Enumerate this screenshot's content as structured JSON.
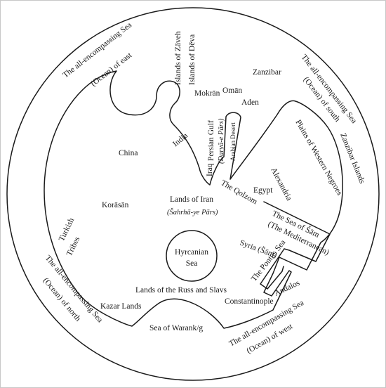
{
  "labels": {
    "ocean_east_1": "The all-encompassing Sea",
    "ocean_east_2": "(Ocean)  of east",
    "islands_zaveh": "Islands of Zāveh",
    "islands_deva": "Islands of Dēva",
    "zanzibar": "Zanzibar",
    "ocean_south_1": "The all-encompassing Sea",
    "ocean_south_2": "(Ocean)  of south",
    "zanzibar_islands": "Zanzibar Islands",
    "mokran": "Mokrān",
    "oman": "Omān",
    "aden": "Aden",
    "persian_gulf_1": "Persian Gulf",
    "persian_gulf_2": "(Daryā-e Pārs)",
    "arabian_desert": "Arabian Desert",
    "iraq": "Iraq",
    "india": "India",
    "china": "China",
    "plains_1": "Plains of Western Negroes",
    "alexandria": "Alexandria",
    "egypt": "Egypt",
    "qolzom": "The Qolzom",
    "lands_iran_1": "Lands of Iran",
    "lands_iran_2": "(Šahrhā-ye Pārs)",
    "korasan": "Korāsān",
    "turkish": "Turkish",
    "tribes": "Tribes",
    "sea_sam_1": "The Sea of Šām",
    "sea_sam_2": "(The Mediterranean)",
    "syria": "Syria (Šām)",
    "hyrcanian_1": "Hyrcanian",
    "hyrcanian_2": "Sea",
    "pontus": "The Pontus Sea",
    "andalos": "Andalos",
    "russ_slavs": "Lands of the Russ and Slavs",
    "kazar": "Kazar Lands",
    "constantinople": "Constantinople",
    "warank": "Sea of Warank/g",
    "ocean_north_1": "The all-encompassing Sea",
    "ocean_north_2": "(Ocean)  of north",
    "ocean_west_1": "The all-encompassing Sea",
    "ocean_west_2": "(Ocean)  of west"
  }
}
